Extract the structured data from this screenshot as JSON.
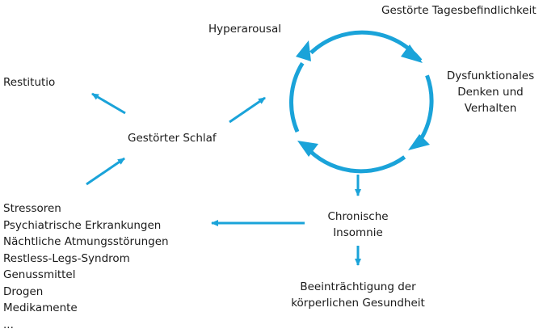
{
  "accent_color": "#1aa3d9",
  "labels": {
    "gestorte_tagesbefindlichkeit": "Gestörte Tagesbefindlichkeit",
    "hyperarousal": "Hyperarousal",
    "restitutio": "Restitutio",
    "dysfunktionales_line1": "Dysfunktionales",
    "dysfunktionales_line2": "Denken und",
    "dysfunktionales_line3": "Verhalten",
    "gestorter_schlaf": "Gestörter Schlaf",
    "chronische_line1": "Chronische",
    "chronische_line2": "Insomnie",
    "beeintraechtigung_line1": "Beeinträchtigung der",
    "beeintraechtigung_line2": "körperlichen  Gesundheit"
  },
  "causes": [
    "Stressoren",
    "Psychiatrische Erkrankungen",
    "Nächtliche Atmungsstörungen",
    "Restless-Legs-Syndrom",
    "Genussmittel",
    "Drogen",
    "Medikamente",
    "..."
  ]
}
